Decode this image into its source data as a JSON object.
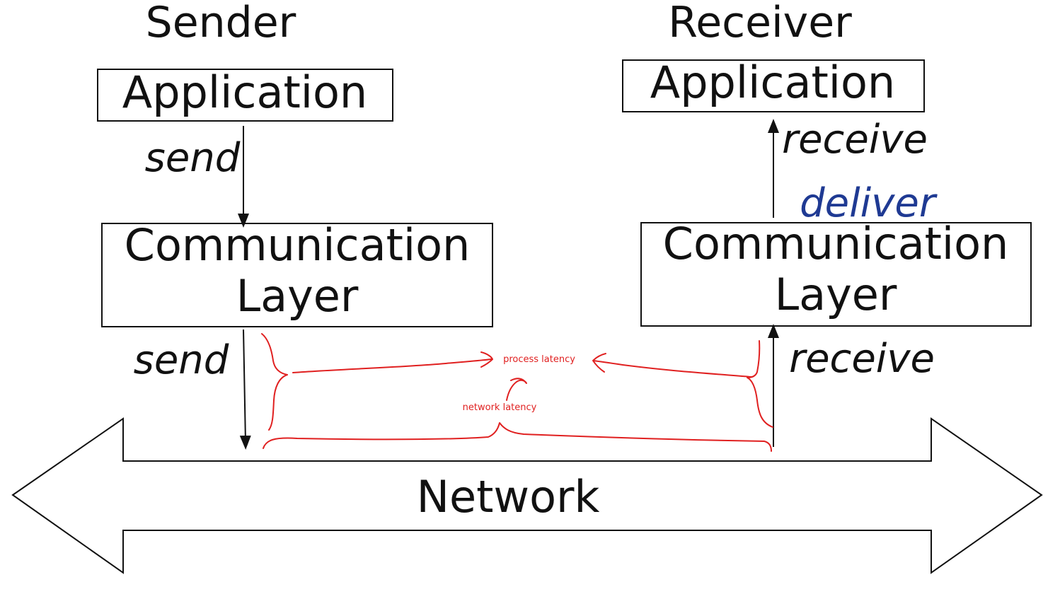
{
  "sender": {
    "title": "Sender",
    "application": "Application",
    "comm_line1": "Communication",
    "comm_line2": "Layer",
    "send_upper": "send",
    "send_lower": "send"
  },
  "receiver": {
    "title": "Receiver",
    "application": "Application",
    "comm_line1": "Communication",
    "comm_line2": "Layer",
    "receive_upper": "receive",
    "deliver": "deliver",
    "receive_lower": "receive"
  },
  "network": {
    "label": "Network"
  },
  "annotations": {
    "process_latency": "process latency",
    "network_latency": "network latency"
  },
  "colors": {
    "text": "#111111",
    "deliver": "#1f3a93",
    "annotation": "#e02020"
  }
}
